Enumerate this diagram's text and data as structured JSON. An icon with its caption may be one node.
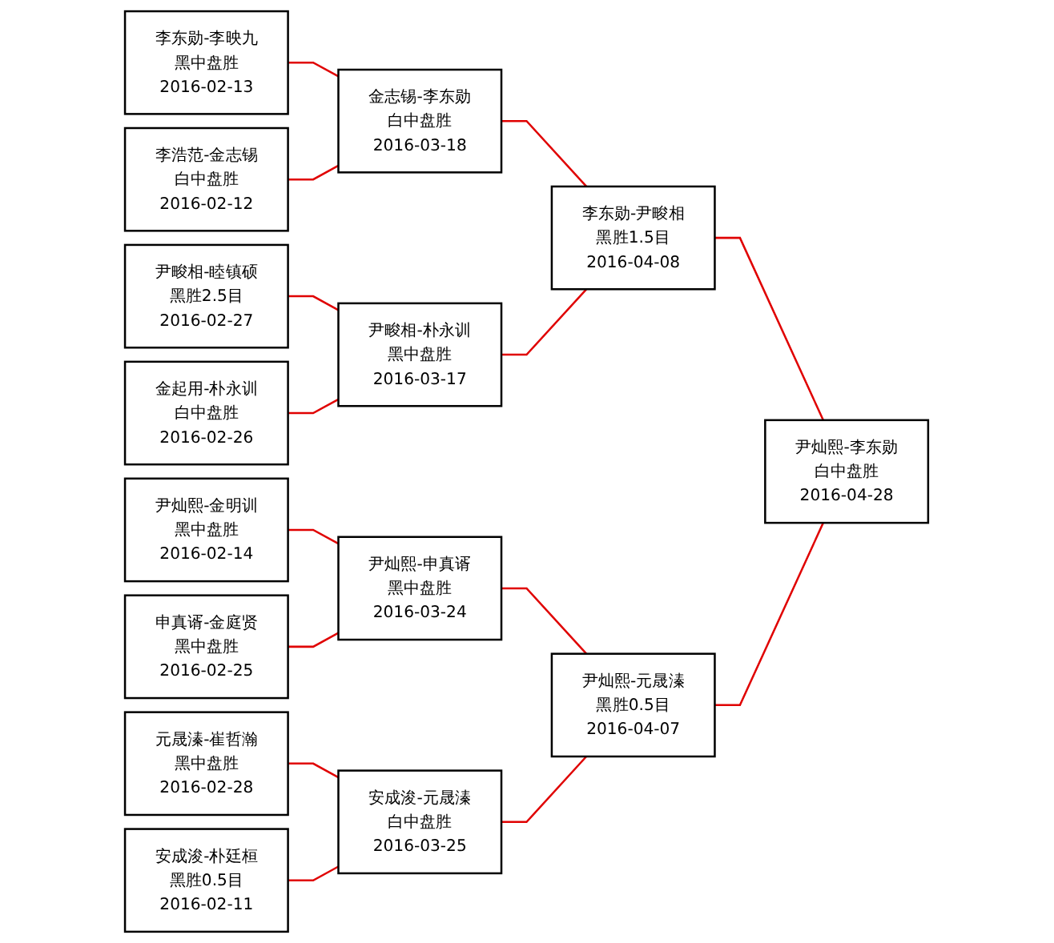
{
  "diagram": {
    "nodes": [
      {
        "text": [
          "李东勋-李映九",
          "黑中盘胜",
          "2016-02-13"
        ]
      },
      {
        "text": [
          "李浩范-金志锡",
          "白中盘胜",
          "2016-02-12"
        ]
      },
      {
        "text": [
          "尹畯相-睦镇硕",
          "黑胜2.5目",
          "2016-02-27"
        ]
      },
      {
        "text": [
          "金起用-朴永训",
          "白中盘胜",
          "2016-02-26"
        ]
      },
      {
        "text": [
          "尹灿熙-金明训",
          "黑中盘胜",
          "2016-02-14"
        ]
      },
      {
        "text": [
          "申真谞-金庭贤",
          "黑中盘胜",
          "2016-02-25"
        ]
      },
      {
        "text": [
          "元晟溱-崔哲瀚",
          "黑中盘胜",
          "2016-02-28"
        ]
      },
      {
        "text": [
          "安成浚-朴廷桓",
          "黑胜0.5目",
          "2016-02-11"
        ]
      },
      {
        "text": [
          "金志锡-李东勋",
          "白中盘胜",
          "2016-03-18"
        ]
      },
      {
        "text": [
          "尹畯相-朴永训",
          "黑中盘胜",
          "2016-03-17"
        ]
      },
      {
        "text": [
          "尹灿熙-申真谞",
          "黑中盘胜",
          "2016-03-24"
        ]
      },
      {
        "text": [
          "安成浚-元晟溱",
          "白中盘胜",
          "2016-03-25"
        ]
      },
      {
        "text": [
          "李东勋-尹畯相",
          "黑胜1.5目",
          "2016-04-08"
        ]
      },
      {
        "text": [
          "尹灿熙-元晟溱",
          "黑胜0.5目",
          "2016-04-07"
        ]
      },
      {
        "text": [
          "尹灿熙-李东勋",
          "白中盘胜",
          "2016-04-28"
        ]
      }
    ],
    "edges": [
      {
        "from": 0,
        "to": 8,
        "arrow": "none"
      },
      {
        "from": 1,
        "to": 8,
        "arrow": "none"
      },
      {
        "from": 2,
        "to": 9,
        "arrow": "none"
      },
      {
        "from": 3,
        "to": 9,
        "arrow": "none"
      },
      {
        "from": 4,
        "to": 10,
        "arrow": "none"
      },
      {
        "from": 5,
        "to": 10,
        "arrow": "none"
      },
      {
        "from": 6,
        "to": 11,
        "arrow": "none"
      },
      {
        "from": 7,
        "to": 11,
        "arrow": "none"
      },
      {
        "from": 8,
        "to": 12,
        "arrow": "none"
      },
      {
        "from": 9,
        "to": 12,
        "arrow": "none"
      },
      {
        "from": 10,
        "to": 13,
        "arrow": "none"
      },
      {
        "from": 11,
        "to": 13,
        "arrow": "none"
      },
      {
        "from": 12,
        "to": 14,
        "arrow": "none"
      },
      {
        "from": 13,
        "to": 14,
        "arrow": "none"
      }
    ]
  }
}
